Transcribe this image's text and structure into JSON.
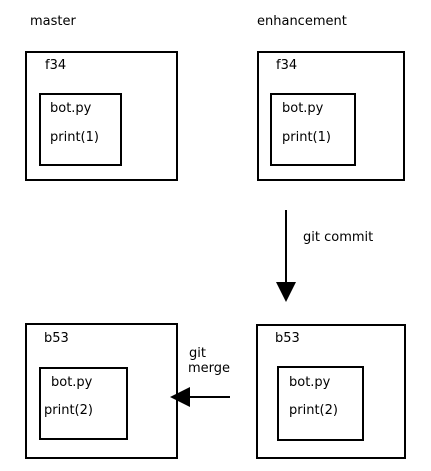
{
  "branches": {
    "left": "master",
    "right": "enhancement"
  },
  "commits": {
    "top_left": {
      "id": "f34",
      "file": "bot.py",
      "code": "print(1)"
    },
    "top_right": {
      "id": "f34",
      "file": "bot.py",
      "code": "print(1)"
    },
    "bottom_right": {
      "id": "b53",
      "file": "bot.py",
      "code": "print(2)"
    },
    "bottom_left": {
      "id": "b53",
      "file": "bot.py",
      "code": "print(2)"
    }
  },
  "arrows": {
    "commit": "git commit",
    "merge_line1": "git",
    "merge_line2": "merge"
  },
  "colors": {
    "stroke": "#000000",
    "background": "#ffffff"
  }
}
